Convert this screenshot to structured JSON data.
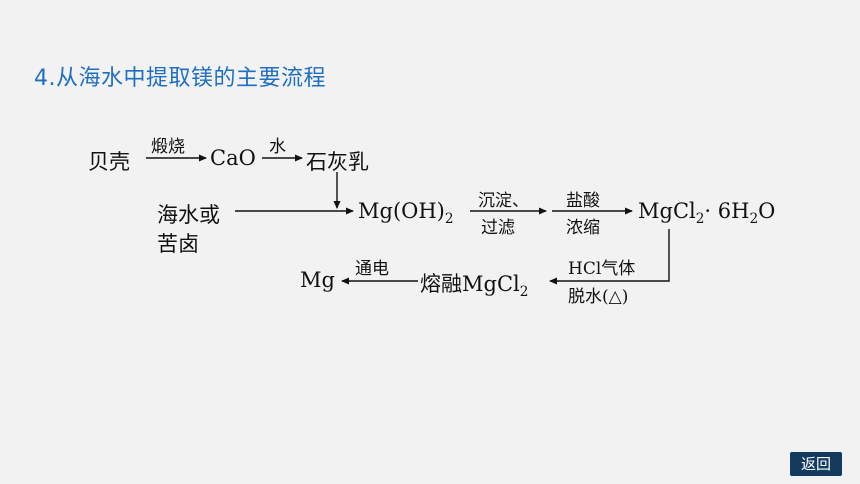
{
  "title": "4.从海水中提取镁的主要流程",
  "flow": {
    "shell": "贝壳",
    "calcine": "煅烧",
    "cao": "CaO",
    "water": "水",
    "lime_milk": "石灰乳",
    "seawater_line1": "海水或",
    "seawater_line2": "苦卤",
    "mgoh2_prefix": "Mg(OH)",
    "mgoh2_sub": "2",
    "precip_filter_line1": "沉淀、",
    "precip_filter_line2": "过滤",
    "hcl_conc_line1": "盐酸",
    "hcl_conc_line2": "浓缩",
    "hydrate_prefix": "MgCl",
    "hydrate_sub1": "2",
    "hydrate_dot": "· 6H",
    "hydrate_sub2": "2",
    "hydrate_suffix": "O",
    "dehydrate_line1": "HCl气体",
    "dehydrate_line2": "脱水(△)",
    "molten_prefix": "熔融MgCl",
    "molten_sub": "2",
    "electrolysis": "通电",
    "mg": "Mg"
  },
  "nav": {
    "back_label": "返回"
  }
}
